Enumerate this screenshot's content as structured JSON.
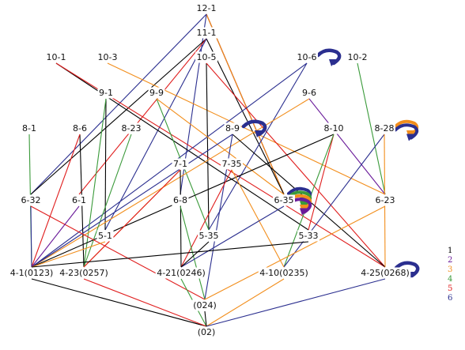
{
  "colors": {
    "1": "#000000",
    "2": "#6a1b9a",
    "3": "#f28e1c",
    "4": "#3a9a3a",
    "5": "#e01e1e",
    "6": "#2b2f8f"
  },
  "legend": [
    "1",
    "2",
    "3",
    "4",
    "5",
    "6"
  ],
  "nodes": [
    {
      "id": "12-1",
      "label": "12-1"
    },
    {
      "id": "11-1",
      "label": "11-1"
    },
    {
      "id": "10-1",
      "label": "10-1"
    },
    {
      "id": "10-3",
      "label": "10-3"
    },
    {
      "id": "10-5",
      "label": "10-5"
    },
    {
      "id": "10-6",
      "label": "10-6",
      "loop": [
        "6"
      ]
    },
    {
      "id": "10-2",
      "label": "10-2"
    },
    {
      "id": "9-1",
      "label": "9-1"
    },
    {
      "id": "9-9",
      "label": "9-9"
    },
    {
      "id": "9-6",
      "label": "9-6"
    },
    {
      "id": "8-1",
      "label": "8-1"
    },
    {
      "id": "8-6",
      "label": "8-6"
    },
    {
      "id": "8-23",
      "label": "8-23"
    },
    {
      "id": "8-9",
      "label": "8-9",
      "loop": [
        "6"
      ]
    },
    {
      "id": "8-10",
      "label": "8-10"
    },
    {
      "id": "8-28",
      "label": "8-28",
      "loop": [
        "3",
        "6"
      ]
    },
    {
      "id": "7-1",
      "label": "7-1"
    },
    {
      "id": "7-35",
      "label": "7-35"
    },
    {
      "id": "6-32",
      "label": "6-32"
    },
    {
      "id": "6-1",
      "label": "6-1"
    },
    {
      "id": "6-8",
      "label": "6-8"
    },
    {
      "id": "6-35",
      "label": "6-35",
      "loop": [
        "6",
        "4",
        "3",
        "2"
      ]
    },
    {
      "id": "6-23",
      "label": "6-23"
    },
    {
      "id": "5-1",
      "label": "5-1"
    },
    {
      "id": "5-35",
      "label": "5-35"
    },
    {
      "id": "5-33",
      "label": "5-33"
    },
    {
      "id": "4-1",
      "label": "4-1(0123)"
    },
    {
      "id": "4-23",
      "label": "4-23(0257)"
    },
    {
      "id": "4-21",
      "label": "4-21(0246)"
    },
    {
      "id": "4-10",
      "label": "4-10(0235)"
    },
    {
      "id": "4-25",
      "label": "4-25(0268)",
      "loop": [
        "6"
      ]
    },
    {
      "id": "024",
      "label": "(024)"
    },
    {
      "id": "02",
      "label": "(02)"
    }
  ],
  "edges": [
    [
      "12-1",
      "6-32",
      "6"
    ],
    [
      "12-1",
      "6-35",
      "1"
    ],
    [
      "12-1",
      "6-35",
      "5"
    ],
    [
      "12-1",
      "6-35",
      "3"
    ],
    [
      "12-1",
      "6-8",
      "6"
    ],
    [
      "11-1",
      "6-32",
      "1"
    ],
    [
      "11-1",
      "6-1",
      "5"
    ],
    [
      "11-1",
      "6-35",
      "1"
    ],
    [
      "11-1",
      "5-1",
      "6"
    ],
    [
      "10-1",
      "5-33",
      "1"
    ],
    [
      "10-1",
      "4-25",
      "5"
    ],
    [
      "10-3",
      "6-23",
      "3"
    ],
    [
      "10-5",
      "5-35",
      "1"
    ],
    [
      "10-5",
      "4-25",
      "5"
    ],
    [
      "10-6",
      "4-1",
      "6"
    ],
    [
      "10-6",
      "5-35",
      "6"
    ],
    [
      "10-2",
      "6-23",
      "4"
    ],
    [
      "9-1",
      "5-1",
      "1"
    ],
    [
      "9-1",
      "4-23",
      "4"
    ],
    [
      "9-9",
      "5-35",
      "4"
    ],
    [
      "9-9",
      "6-35",
      "3"
    ],
    [
      "9-6",
      "6-23",
      "2"
    ],
    [
      "9-6",
      "4-1",
      "3"
    ],
    [
      "8-1",
      "4-1",
      "4"
    ],
    [
      "8-6",
      "4-23",
      "1"
    ],
    [
      "8-6",
      "4-1",
      "5"
    ],
    [
      "8-23",
      "4-23",
      "4"
    ],
    [
      "8-9",
      "4-1",
      "6"
    ],
    [
      "8-9",
      "4-25",
      "1"
    ],
    [
      "8-9",
      "024",
      "6"
    ],
    [
      "8-10",
      "4-1",
      "1"
    ],
    [
      "8-10",
      "5-33",
      "5"
    ],
    [
      "8-10",
      "4-10",
      "4"
    ],
    [
      "8-28",
      "4-10",
      "6"
    ],
    [
      "8-28",
      "4-25",
      "3"
    ],
    [
      "7-1",
      "4-21",
      "1"
    ],
    [
      "7-1",
      "4-23",
      "3"
    ],
    [
      "7-1",
      "4-23",
      "5"
    ],
    [
      "7-35",
      "4-21",
      "5"
    ],
    [
      "7-35",
      "4-10",
      "3"
    ],
    [
      "6-32",
      "4-1",
      "6"
    ],
    [
      "6-32",
      "024",
      "5"
    ],
    [
      "6-1",
      "4-1",
      "2"
    ],
    [
      "6-8",
      "024",
      "4"
    ],
    [
      "6-35",
      "4-21",
      "6"
    ],
    [
      "6-23",
      "024",
      "3"
    ],
    [
      "5-1",
      "4-1",
      "3"
    ],
    [
      "5-35",
      "4-21",
      "1"
    ],
    [
      "5-33",
      "4-1",
      "1"
    ],
    [
      "4-1",
      "02",
      "1"
    ],
    [
      "4-23",
      "02",
      "5"
    ],
    [
      "4-21",
      "02",
      "4"
    ],
    [
      "4-10",
      "02",
      "3"
    ],
    [
      "4-25",
      "02",
      "6"
    ],
    [
      "024",
      "02",
      "1"
    ]
  ]
}
